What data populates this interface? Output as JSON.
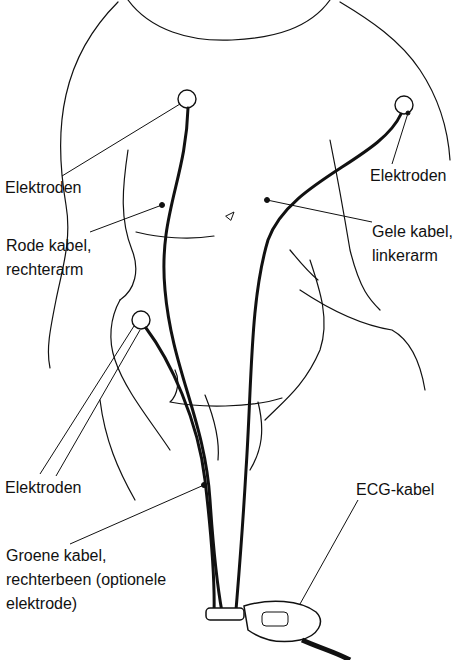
{
  "diagram": {
    "labels": [
      "Elektroden",
      "Elektroden",
      "Rode kabel, rechterarm",
      "Gele kabel, linkerarm",
      "Elektroden",
      "Groene kabel, rechterbeen (optionele elektrode)",
      "ECG-kabel"
    ]
  }
}
